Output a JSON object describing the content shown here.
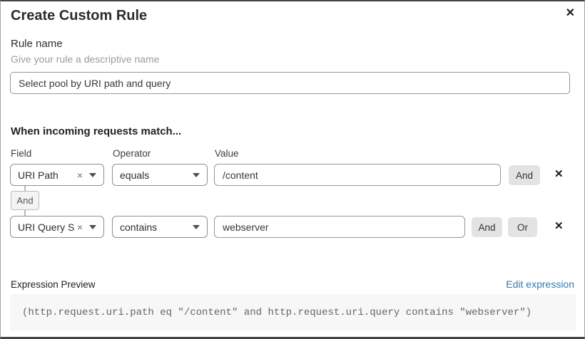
{
  "dialog": {
    "title": "Create Custom Rule"
  },
  "icons": {
    "close": "✕",
    "clear": "×",
    "remove": "✕"
  },
  "rule_name": {
    "label": "Rule name",
    "hint": "Give your rule a descriptive name",
    "value": "Select pool by URI path and query"
  },
  "matcher": {
    "heading": "When incoming requests match...",
    "columns": {
      "field": "Field",
      "operator": "Operator",
      "value": "Value"
    },
    "connector_label": "And",
    "rows": [
      {
        "field": "URI Path",
        "operator": "equals",
        "value": "/content",
        "and_label": "And"
      },
      {
        "field": "URI Query St...",
        "operator": "contains",
        "value": "webserver",
        "and_label": "And",
        "or_label": "Or"
      }
    ]
  },
  "expression": {
    "label": "Expression Preview",
    "edit_link": "Edit expression",
    "code": "(http.request.uri.path eq \"/content\" and http.request.uri.query contains \"webserver\")"
  },
  "colors": {
    "link": "#2e7cb9",
    "button_bg": "#e3e3e3",
    "code_bg": "#f7f7f7",
    "input_border": "#8f8f8f"
  }
}
